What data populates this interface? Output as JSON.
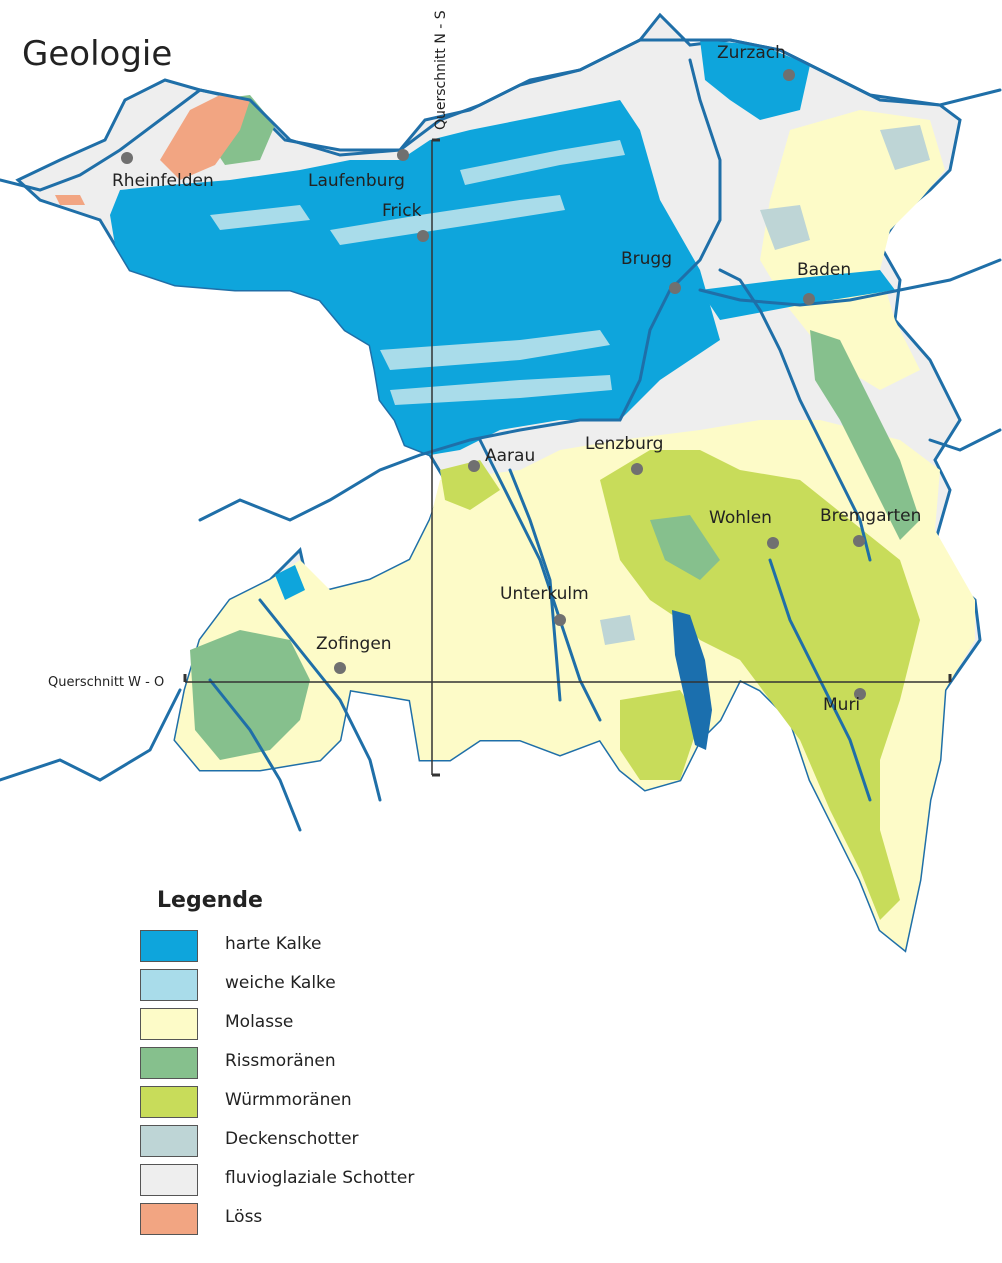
{
  "title": "Geologie",
  "sections": {
    "ns": "Querschnitt N - S",
    "wo": "Querschnitt W - O"
  },
  "towns": [
    {
      "name": "Rheinfelden"
    },
    {
      "name": "Laufenburg"
    },
    {
      "name": "Frick"
    },
    {
      "name": "Zurzach"
    },
    {
      "name": "Brugg"
    },
    {
      "name": "Baden"
    },
    {
      "name": "Aarau"
    },
    {
      "name": "Lenzburg"
    },
    {
      "name": "Wohlen"
    },
    {
      "name": "Bremgarten"
    },
    {
      "name": "Unterkulm"
    },
    {
      "name": "Zofingen"
    },
    {
      "name": "Muri"
    }
  ],
  "legend": {
    "title": "Legende",
    "items": [
      {
        "label": "harte Kalke",
        "color": "#0ea5dc"
      },
      {
        "label": "weiche Kalke",
        "color": "#a9dcea"
      },
      {
        "label": "Molasse",
        "color": "#fdfbc8"
      },
      {
        "label": "Rissmoränen",
        "color": "#86c08d"
      },
      {
        "label": "Würmmoränen",
        "color": "#c8dc5a"
      },
      {
        "label": "Deckenschotter",
        "color": "#bed5d6"
      },
      {
        "label": "fluvioglaziale Schotter",
        "color": "#eeeeee"
      },
      {
        "label": "Löss",
        "color": "#f2a582"
      }
    ]
  },
  "colors": {
    "river": "#1f6fa8",
    "lake": "#1b6fae",
    "town_dot": "#707070"
  }
}
